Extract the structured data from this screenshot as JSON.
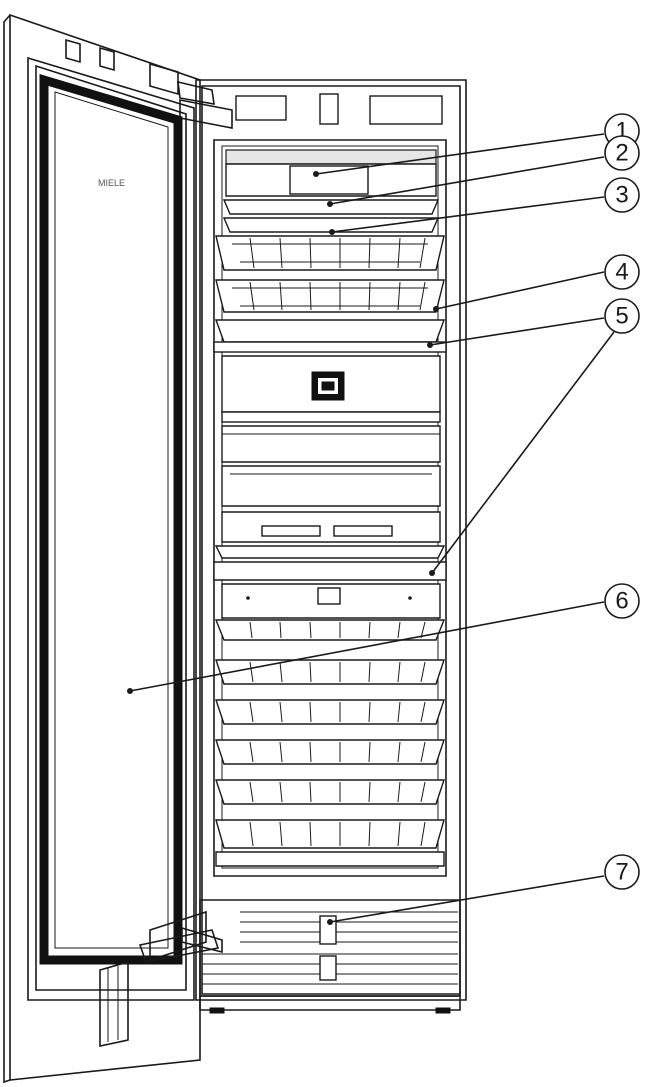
{
  "door_brand_text": "MIELE",
  "callouts": [
    {
      "label": "1"
    },
    {
      "label": "2"
    },
    {
      "label": "3"
    },
    {
      "label": "4"
    },
    {
      "label": "5"
    },
    {
      "label": "6"
    },
    {
      "label": "7"
    }
  ]
}
